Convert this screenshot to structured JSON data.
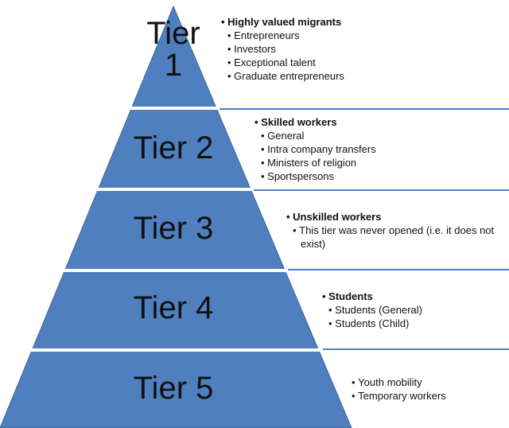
{
  "tiers": [
    {
      "label_lines": [
        "Tier",
        "1"
      ],
      "heading": "Highly valued migrants",
      "items": [
        "Entrepreneurs",
        "Investors",
        "Exceptional talent",
        "Graduate entrepreneurs"
      ]
    },
    {
      "label_lines": [
        "Tier 2"
      ],
      "heading": "Skilled workers",
      "items": [
        "General",
        "Intra company transfers",
        "Ministers of religion",
        "Sportspersons"
      ]
    },
    {
      "label_lines": [
        "Tier 3"
      ],
      "heading": "Unskilled workers",
      "items": [
        "This tier was never opened (i.e. it does not",
        "exist)"
      ]
    },
    {
      "label_lines": [
        "Tier 4"
      ],
      "heading": "Students",
      "items": [
        "Students (General)",
        "Students (Child)"
      ]
    },
    {
      "label_lines": [
        "Tier 5"
      ],
      "heading": "",
      "items": [
        "Youth mobility",
        "Temporary workers"
      ]
    }
  ],
  "colors": {
    "pyramid_fill": "#4f7fbf",
    "pyramid_stroke": "#3a639a",
    "separator": "#ffffff",
    "connector_line": "#4f81bd"
  }
}
